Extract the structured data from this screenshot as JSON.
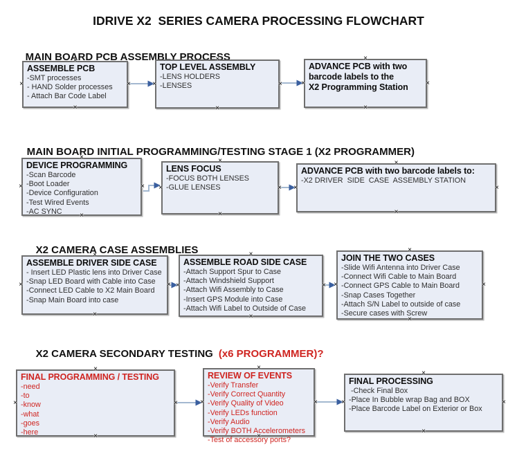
{
  "title": "IDRIVE X2  SERIES CAMERA PROCESSING FLOWCHART",
  "icons": {
    "connection_point": "×"
  },
  "colors": {
    "box_fill": "#e9edf6",
    "box_border": "#6e6e6e",
    "red_text": "#cf2420",
    "arrow_line": "#a3b8d0",
    "arrow_head": "#3a5f9f"
  },
  "sections": [
    {
      "heading": "MAIN BOARD PCB ASSEMBLY PROCESS",
      "heading_red": "",
      "boxes": [
        {
          "title": "ASSEMBLE PCB",
          "items": [
            "-SMT processes",
            "- HAND Solder processes",
            "- Attach Bar Code Label"
          ]
        },
        {
          "title": "TOP LEVEL ASSEMBLY",
          "items": [
            "-LENS HOLDERS",
            "-LENSES"
          ]
        },
        {
          "title": "ADVANCE PCB with two\nbarcode labels to the\nX2 Programming Station",
          "items": []
        }
      ]
    },
    {
      "heading": "MAIN BOARD INITIAL PROGRAMMING/TESTING STAGE 1 (X2 PROGRAMMER)",
      "heading_red": "",
      "boxes": [
        {
          "title": "DEVICE PROGRAMMING",
          "items": [
            "-Scan Barcode",
            "-Boot Loader",
            "-Device Configuration",
            "-Test Wired Events",
            "-AC SYNC"
          ]
        },
        {
          "title": "LENS FOCUS",
          "items": [
            "-FOCUS BOTH LENSES",
            "-GLUE LENSES"
          ]
        },
        {
          "title": "ADVANCE PCB with two barcode labels to:",
          "items": [
            "-X2 DRIVER  SIDE  CASE  ASSEMBLY STATION"
          ]
        }
      ]
    },
    {
      "heading": "X2 CAMERA CASE ASSEMBLIES",
      "heading_red": "",
      "boxes": [
        {
          "title": "ASSEMBLE DRIVER SIDE CASE",
          "items": [
            "- Insert LED Plastic lens into Driver Case",
            "-Snap LED Board with Cable into Case",
            "-Connect LED Cable to X2 Main Board",
            "-Snap Main Board into case"
          ]
        },
        {
          "title": "ASSEMBLE ROAD SIDE CASE",
          "items": [
            "-Attach Support Spur to Case",
            "-Attach Windshield Support",
            "-Attach Wifi Assembly to Case",
            "-Insert GPS Module into Case",
            "-Attach Wifi Label to Outside of Case"
          ]
        },
        {
          "title": "JOIN THE TWO CASES",
          "items": [
            "-Slide Wifi Antenna into Driver Case",
            "-Connect Wifi Cable to Main Board",
            "-Connect GPS Cable to Main Board",
            "-Snap Cases Together",
            "-Attach S/N Label to outside of case",
            "-Secure cases with Screw"
          ]
        }
      ]
    },
    {
      "heading": "X2 CAMERA SECONDARY TESTING",
      "heading_red": "(x6 PROGRAMMER)?",
      "boxes": [
        {
          "title": "FINAL PROGRAMMING / TESTING",
          "items": [
            "-need",
            "-to",
            "-know",
            "-what",
            "-goes",
            "-here"
          ]
        },
        {
          "title": "REVIEW OF EVENTS",
          "items": [
            "-Verify Transfer",
            "-Verify Correct Quantity",
            "-Verify Quality of Video",
            "-Verify LEDs function",
            "-Verify Audio",
            "-Verify BOTH Accelerometers",
            "-Test of accessory ports?"
          ]
        },
        {
          "title": "FINAL PROCESSING",
          "items": [
            " -Check Final Box",
            "-Place In Bubble wrap Bag and BOX",
            "-Place Barcode Label on Exterior or Box"
          ]
        }
      ]
    }
  ]
}
